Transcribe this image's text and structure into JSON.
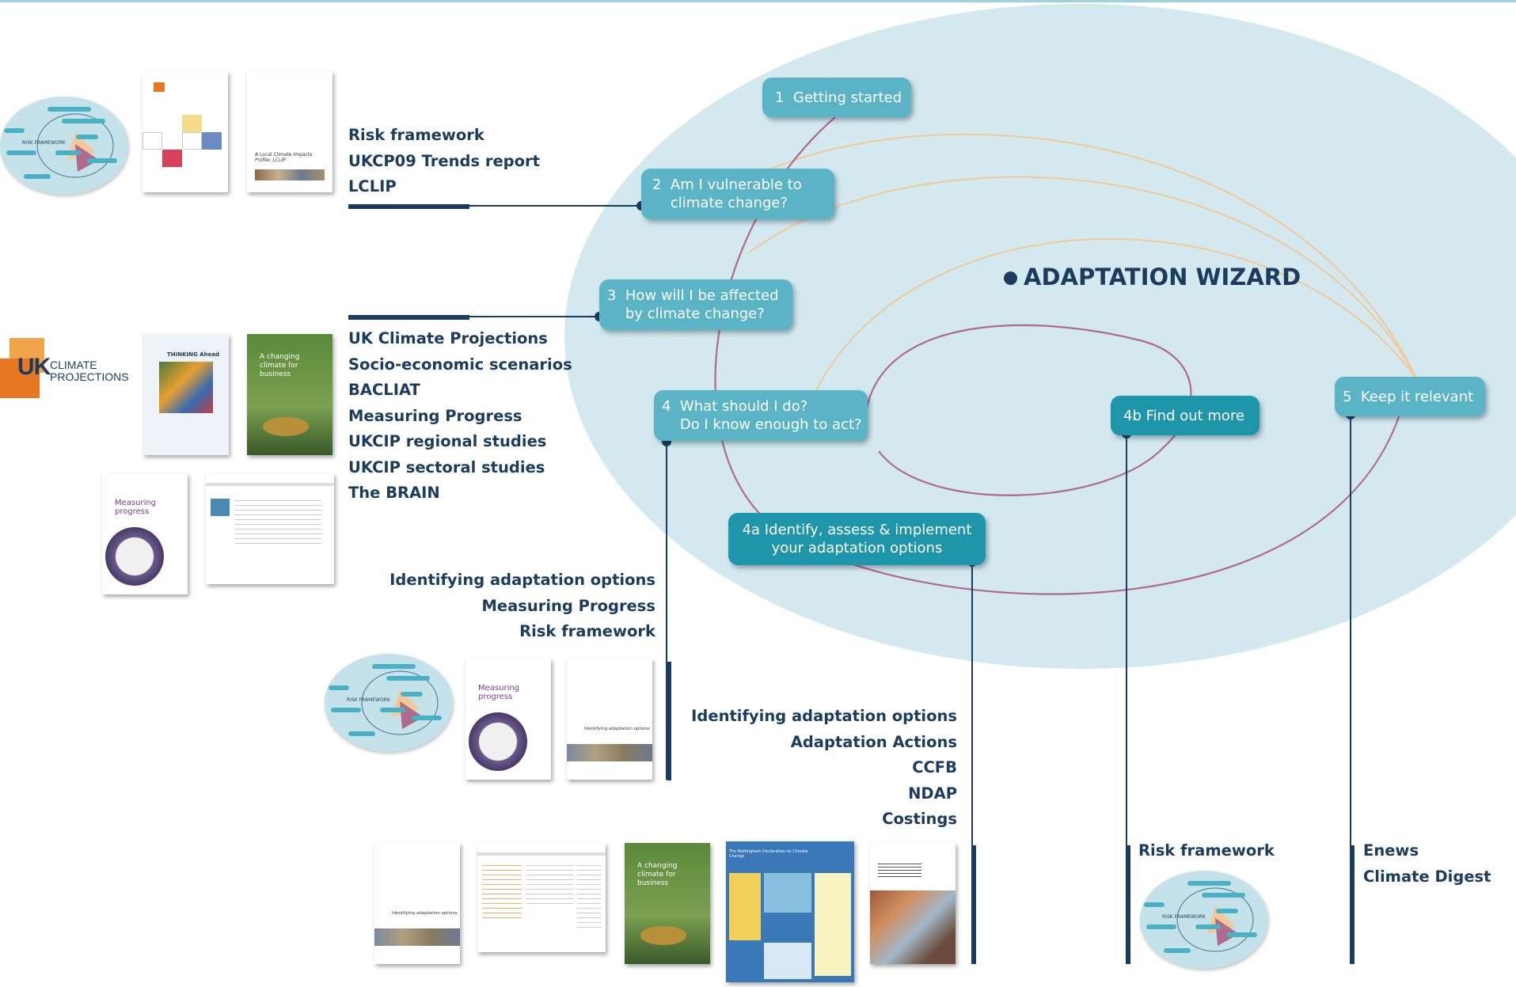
{
  "diagram": {
    "title": "ADAPTATION WIZARD",
    "steps": [
      {
        "id": "step-1",
        "label": "1  Getting started"
      },
      {
        "id": "step-2",
        "line1": "2  Am I vulnerable to",
        "line2": "    climate change?"
      },
      {
        "id": "step-3",
        "line1": "3  How will I be affected",
        "line2": "    by climate change?"
      },
      {
        "id": "step-4",
        "line1": "4  What should I do?",
        "line2": "    Do I know enough to act?"
      },
      {
        "id": "step-4a",
        "line1": "4a Identify, assess & implement",
        "line2": "your adaptation options"
      },
      {
        "id": "step-4b",
        "label": "4b Find out more"
      },
      {
        "id": "step-5",
        "label": "5  Keep it relevant"
      }
    ],
    "resources": {
      "group_1": [
        "Risk framework",
        "UKCP09 Trends report",
        "LCLIP"
      ],
      "group_2": [
        "UK Climate Projections",
        "Socio-economic scenarios",
        "BACLIAT",
        "Measuring Progress",
        "UKCIP regional studies",
        "UKCIP sectoral studies",
        "The BRAIN"
      ],
      "group_3": [
        "Identifying adaptation options",
        "Measuring Progress",
        "Risk framework"
      ],
      "group_4": [
        "Identifying adaptation options",
        "Adaptation Actions",
        "CCFB",
        "NDAP",
        "Costings"
      ],
      "group_5": [
        "Risk framework"
      ],
      "group_6": [
        "Enews",
        "Climate Digest"
      ]
    },
    "logo": {
      "text1": "UK",
      "text2": "CLIMATE",
      "text3": "PROJECTIONS"
    },
    "doc_labels": {
      "measuring_progress": "Measuring progress",
      "changing_climate": "A changing climate for business",
      "identifying_options": "Identifying adaptation options",
      "thinking_ahead": "THINKING Ahead",
      "lclip": "A Local Climate Impacts Profile: LCLIP",
      "risk_framework": "RISK FRAMEWORK",
      "nottingham": "The Nottingham Declaration on Climate Change"
    },
    "colors": {
      "ellipse": "#d3e8ef",
      "pill": "#5bb3c6",
      "pill_dark": "#1e95a8",
      "text": "#1b3c5e",
      "arc_purple": "#b06a8e",
      "arc_orange": "#f2c896"
    }
  }
}
